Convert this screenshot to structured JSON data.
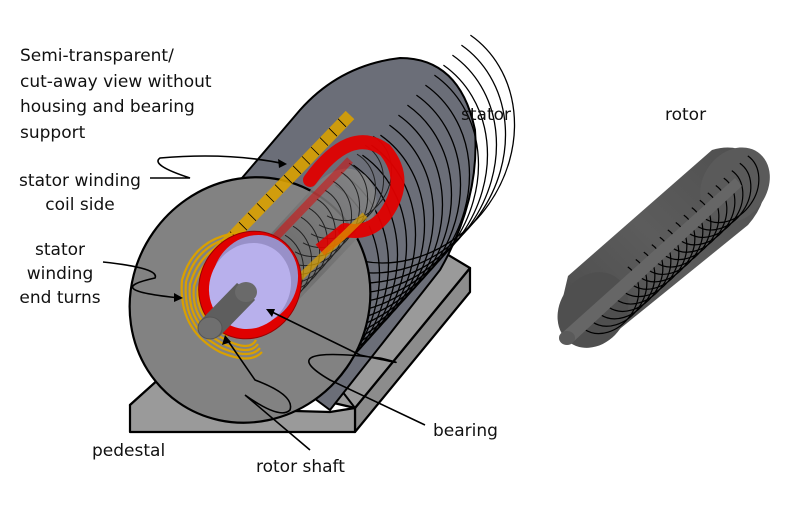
{
  "title_note": {
    "lines": [
      "Semi-transparent/",
      "cut-away view without",
      "housing and bearing",
      "support"
    ]
  },
  "labels": {
    "stator": "stator",
    "rotor": "rotor",
    "stator_winding_coil_side": [
      "stator winding",
      "coil side"
    ],
    "stator_winding_end_turns": [
      "stator",
      "winding",
      "end turns"
    ],
    "pedestal": "pedestal",
    "rotor_shaft": "rotor shaft",
    "bearing": "bearing"
  },
  "colors": {
    "stator_lamination": "#6b6e78",
    "stator_face": "#7f7f7f",
    "pedestal": "#999999",
    "winding": "#d9a000",
    "coil_red": "#e00000",
    "bearing": "#b8b0ec",
    "shaft": "#5e5e5e",
    "rotor": "#555555",
    "outline": "#000000"
  },
  "components": [
    "stator",
    "rotor",
    "stator winding coil side",
    "stator winding end turns",
    "pedestal",
    "rotor shaft",
    "bearing"
  ]
}
